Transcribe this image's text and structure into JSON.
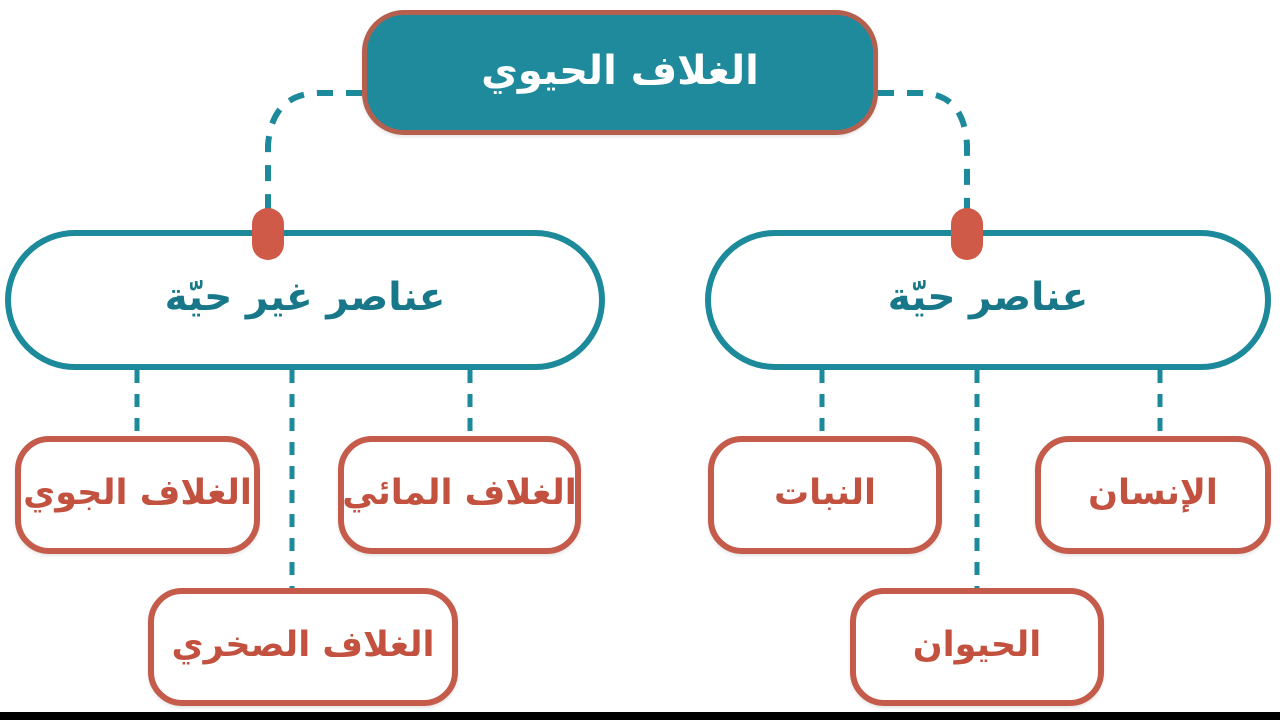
{
  "diagram": {
    "title": "الغلاف الحيوي",
    "direction": "rtl",
    "root": {
      "label": "الغلاف الحيوي",
      "fill": "#1f8a9b",
      "border": "#b5604f",
      "text_color": "#ffffff"
    },
    "branches": [
      {
        "id": "non-living",
        "label": "عناصر غير حيّة",
        "side": "left",
        "fill": "#ffffff",
        "border": "#1d8a9b",
        "text_color": "#18788a",
        "children": [
          {
            "id": "atmosphere",
            "label": "الغلاف الجوي"
          },
          {
            "id": "lithosphere",
            "label": "الغلاف الصخري"
          },
          {
            "id": "hydrosphere",
            "label": "الغلاف المائي"
          }
        ]
      },
      {
        "id": "living",
        "label": "عناصر حيّة",
        "side": "right",
        "fill": "#ffffff",
        "border": "#1d8a9b",
        "text_color": "#18788a",
        "children": [
          {
            "id": "plant",
            "label": "النبات"
          },
          {
            "id": "animal",
            "label": "الحيوان"
          },
          {
            "id": "human",
            "label": "الإنسان"
          }
        ]
      }
    ],
    "leaf_style": {
      "fill": "#ffffff",
      "border": "#c55b4a",
      "text_color": "#c2523f"
    },
    "connector": {
      "line_color": "#1d8a9b",
      "style": "dashed",
      "pill_color": "#cf5a48"
    }
  }
}
